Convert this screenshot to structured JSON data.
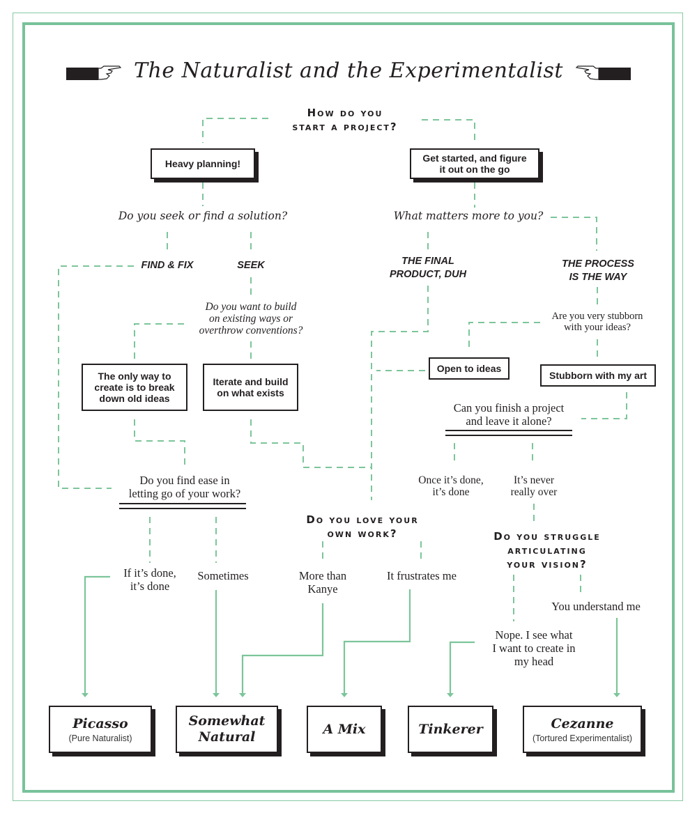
{
  "title": "The Naturalist and the Experimentalist",
  "icons": {
    "left": "pointing-hand-right-icon",
    "right": "pointing-hand-left-icon"
  },
  "colors": {
    "border": "#79c29a",
    "connector": "#7cc59a",
    "ink": "#231f20"
  },
  "nodes": {
    "start_question": "How do you\nstart a project?",
    "heavy_planning": "Heavy planning!",
    "get_started": "Get started, and figure\nit out on the go",
    "seek_or_find": "Do you seek or find a solution?",
    "what_matters": "What matters more to you?",
    "find_fix": "FIND & FIX",
    "seek": "SEEK",
    "final_product": "THE FINAL\nPRODUCT, DUH",
    "process": "THE PROCESS\nIS THE WAY",
    "build_or_overthrow": "Do you want to build\non existing ways or\noverthrow conventions?",
    "stubborn_question": "Are you very stubborn\nwith your ideas?",
    "break_down": "The only way to\ncreate is to break\ndown old ideas",
    "iterate": "Iterate and build\non what exists",
    "open_ideas": "Open to ideas",
    "stubborn_art": "Stubborn with my art",
    "finish_project": "Can you finish a project\nand leave it alone?",
    "ease_letting_go": "Do you find ease in\nletting go of your work?",
    "once_done": "Once it’s done,\nit’s done",
    "never_over": "It’s never\nreally over",
    "love_work": "Do you love your\nown work?",
    "struggle_vision": "Do you struggle\narticulating\nyour vision?",
    "if_done": "If it’s done,\nit’s done",
    "sometimes": "Sometimes",
    "more_kanye": "More than\nKanye",
    "frustrates": "It frustrates me",
    "understand_me": "You understand me",
    "nope_head": "Nope. I see what\nI want to create in\nmy head"
  },
  "results": [
    {
      "name": "Picasso",
      "sub": "(Pure Naturalist)"
    },
    {
      "name": "Somewhat\nNatural",
      "sub": ""
    },
    {
      "name": "A Mix",
      "sub": ""
    },
    {
      "name": "Tinkerer",
      "sub": ""
    },
    {
      "name": "Cezanne",
      "sub": "(Tortured Experimentalist)"
    }
  ]
}
